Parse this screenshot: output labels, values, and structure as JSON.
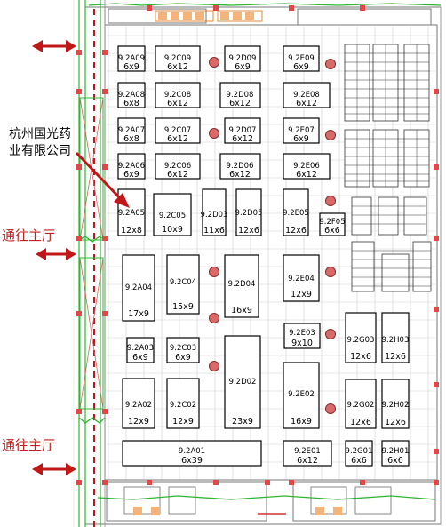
{
  "company_label": [
    "杭州国光药",
    "业有限公司"
  ],
  "exit_label": "通往主厅",
  "colors": {
    "wall_red": "#e04848",
    "green_line": "#2fb52f",
    "arrow": "#c01818"
  },
  "booths": [
    {
      "id": "9.2A09",
      "size": "6x9"
    },
    {
      "id": "9.2C09",
      "size": "6x12"
    },
    {
      "id": "9.2D09",
      "size": "6x9"
    },
    {
      "id": "9.2E09",
      "size": "6x9"
    },
    {
      "id": "9.2A08",
      "size": "6x8"
    },
    {
      "id": "9.2C08",
      "size": "6x12"
    },
    {
      "id": "9.2D08",
      "size": "6x12"
    },
    {
      "id": "9.2E08",
      "size": "6x12"
    },
    {
      "id": "9.2A07",
      "size": "6x8"
    },
    {
      "id": "9.2C07",
      "size": "6x12"
    },
    {
      "id": "9.2D07",
      "size": "6x12"
    },
    {
      "id": "9.2E07",
      "size": "6x9"
    },
    {
      "id": "9.2A06",
      "size": "6x9"
    },
    {
      "id": "9.2C06",
      "size": "6x12"
    },
    {
      "id": "9.2D06",
      "size": "6x12"
    },
    {
      "id": "9.2E06",
      "size": "6x12"
    },
    {
      "id": "9.2A05",
      "size": "12x8"
    },
    {
      "id": "9.2C05",
      "size": "10x9"
    },
    {
      "id": "9.2D03",
      "size": "11x6"
    },
    {
      "id": "9.2D05",
      "size": "12x6"
    },
    {
      "id": "9.2E05",
      "size": "12x6"
    },
    {
      "id": "9.2F05",
      "size": "6x6"
    },
    {
      "id": "9.2A04",
      "size": "17x9"
    },
    {
      "id": "9.2C04",
      "size": "15x9"
    },
    {
      "id": "9.2D04",
      "size": "16x9"
    },
    {
      "id": "9.2E04",
      "size": "12x9"
    },
    {
      "id": "9.2A03",
      "size": "6x9"
    },
    {
      "id": "9.2C03",
      "size": "6x9"
    },
    {
      "id": "9.2E03",
      "size": "9x10"
    },
    {
      "id": "9.2G03",
      "size": "12x6"
    },
    {
      "id": "9.2H03",
      "size": "12x6"
    },
    {
      "id": "9.2A02",
      "size": "12x9"
    },
    {
      "id": "9.2C02",
      "size": "12x9"
    },
    {
      "id": "9.2D02",
      "size": "23x9"
    },
    {
      "id": "9.2E02",
      "size": "16x9"
    },
    {
      "id": "9.2G02",
      "size": "12x6"
    },
    {
      "id": "9.2H02",
      "size": "12x6"
    },
    {
      "id": "9.2A01",
      "size": "6x39"
    },
    {
      "id": "9.2E01",
      "size": "6x12"
    },
    {
      "id": "9.2G01",
      "size": "6x6"
    },
    {
      "id": "9.2H01",
      "size": "6x6"
    }
  ]
}
